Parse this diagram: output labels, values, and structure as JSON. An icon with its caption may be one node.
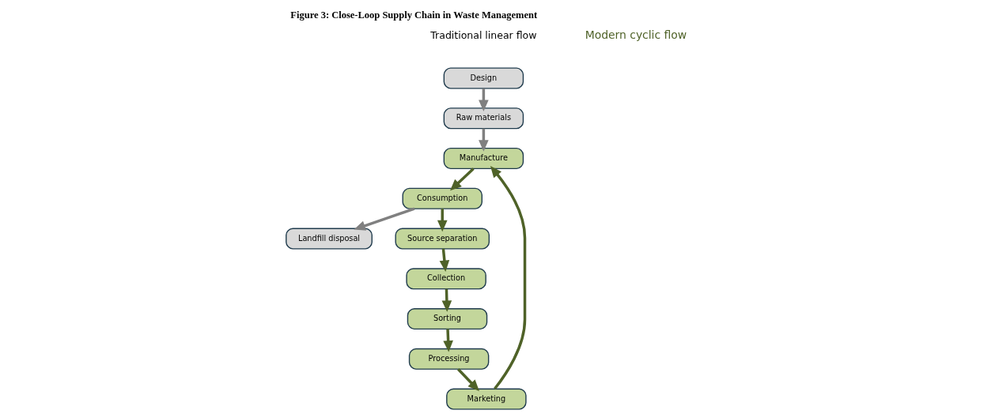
{
  "diagram": {
    "title": "Figure 3: Close-Loop Supply Chain in Waste Management",
    "nodes": [
      {
        "text": [
          "Design"
        ]
      },
      {
        "text": [
          "Raw materials"
        ]
      },
      {
        "text": [
          "Manufacture"
        ]
      },
      {
        "text": [
          "Consumption"
        ]
      },
      {
        "text": [
          "Landfill disposal"
        ]
      },
      {
        "text": [
          "Source separation"
        ]
      },
      {
        "text": [
          "Collection"
        ]
      },
      {
        "text": [
          "Sorting"
        ]
      },
      {
        "text": [
          "Processing"
        ]
      },
      {
        "text": [
          "Marketing"
        ]
      }
    ],
    "edges": [
      {
        "from": 0,
        "to": 1,
        "arrow": "to",
        "color": "#808080"
      },
      {
        "from": 1,
        "to": 2,
        "arrow": "to",
        "color": "#808080"
      },
      {
        "from": 2,
        "to": 3,
        "arrow": "to"
      },
      {
        "from": 3,
        "to": 4,
        "arrow": "to",
        "color": "#808080"
      },
      {
        "from": 3,
        "to": 5,
        "arrow": "to"
      },
      {
        "from": 5,
        "to": 6,
        "arrow": "to"
      },
      {
        "from": 6,
        "to": 7,
        "arrow": "to"
      },
      {
        "from": 7,
        "to": 8,
        "arrow": "to"
      },
      {
        "from": 8,
        "to": 9,
        "arrow": "to"
      },
      {
        "from": 9,
        "to": 2,
        "arrow": "to"
      }
    ],
    "labels": [
      "Traditional linear flow",
      "Modern cyclic flow"
    ]
  }
}
